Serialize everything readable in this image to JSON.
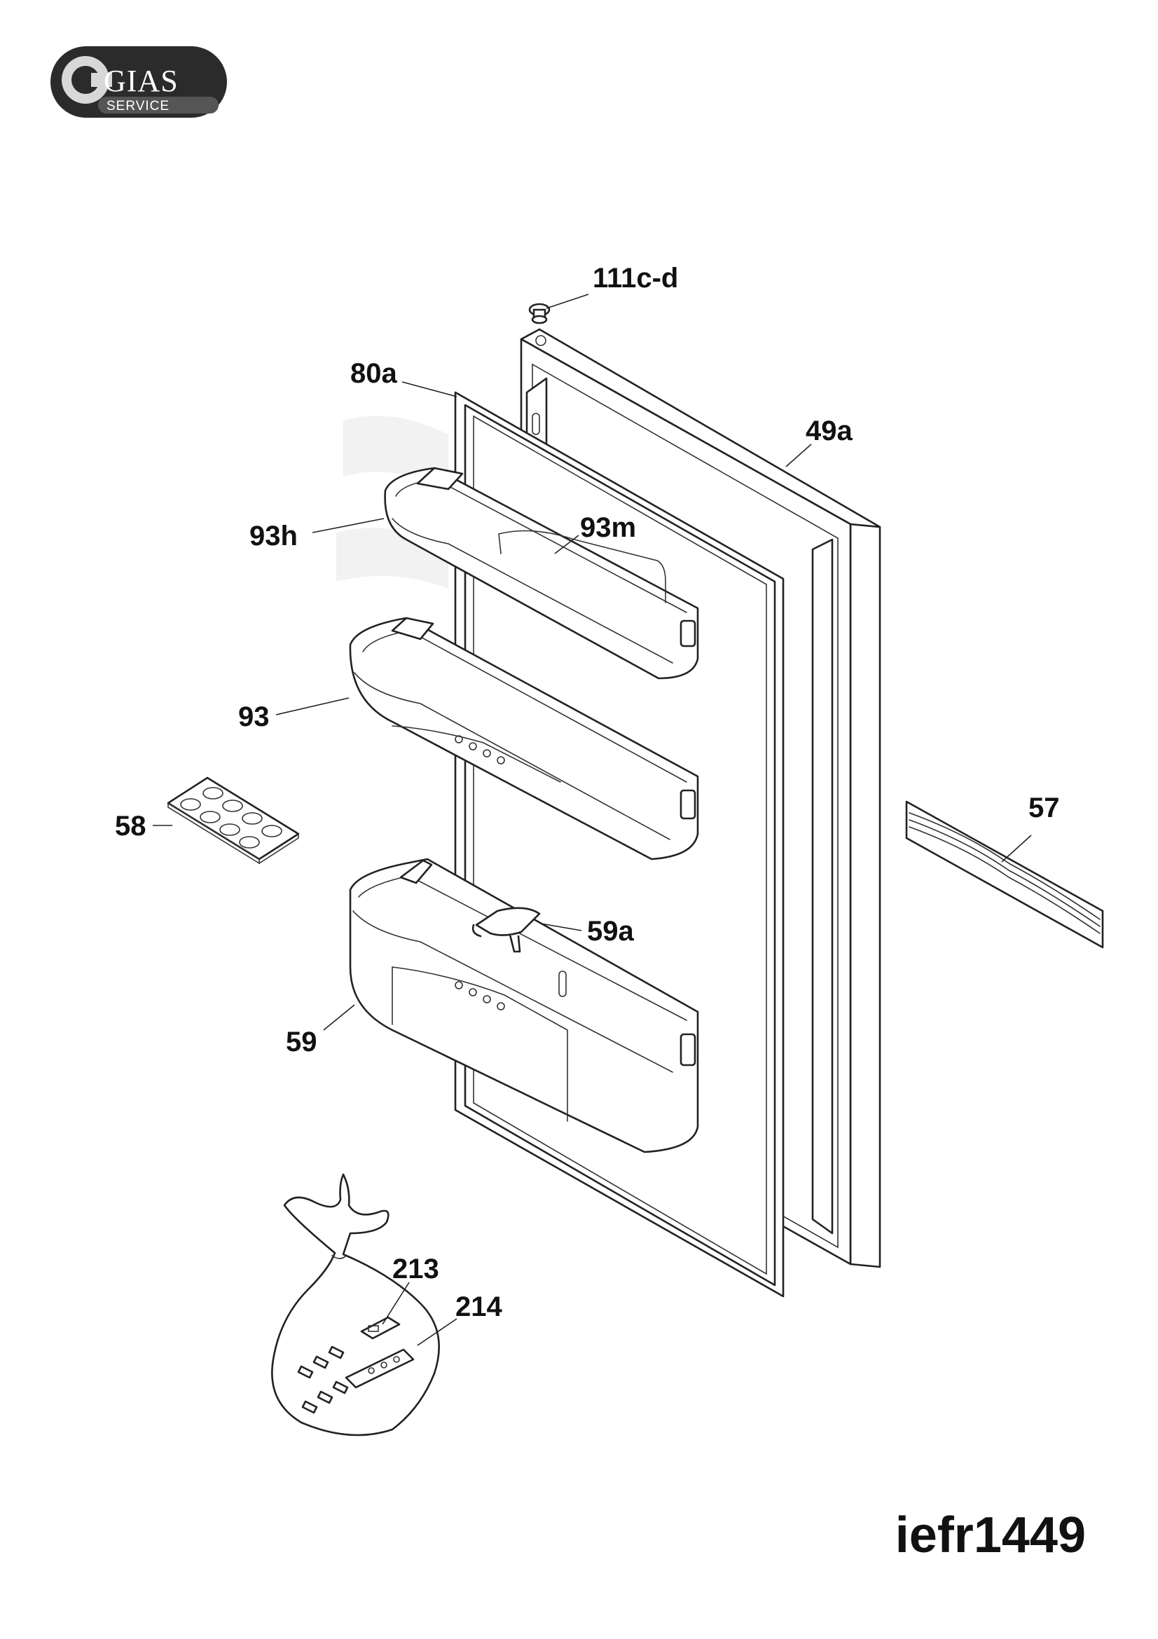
{
  "logo": {
    "name": "GIAS",
    "subtitle": "SERVICE"
  },
  "drawing_code": "iefr1449",
  "callouts": {
    "c111cd": "111c-d",
    "c80a": "80a",
    "c49a": "49a",
    "c93h": "93h",
    "c93m": "93m",
    "c93": "93",
    "c58": "58",
    "c57": "57",
    "c59a": "59a",
    "c59": "59",
    "c213": "213",
    "c214": "214"
  }
}
